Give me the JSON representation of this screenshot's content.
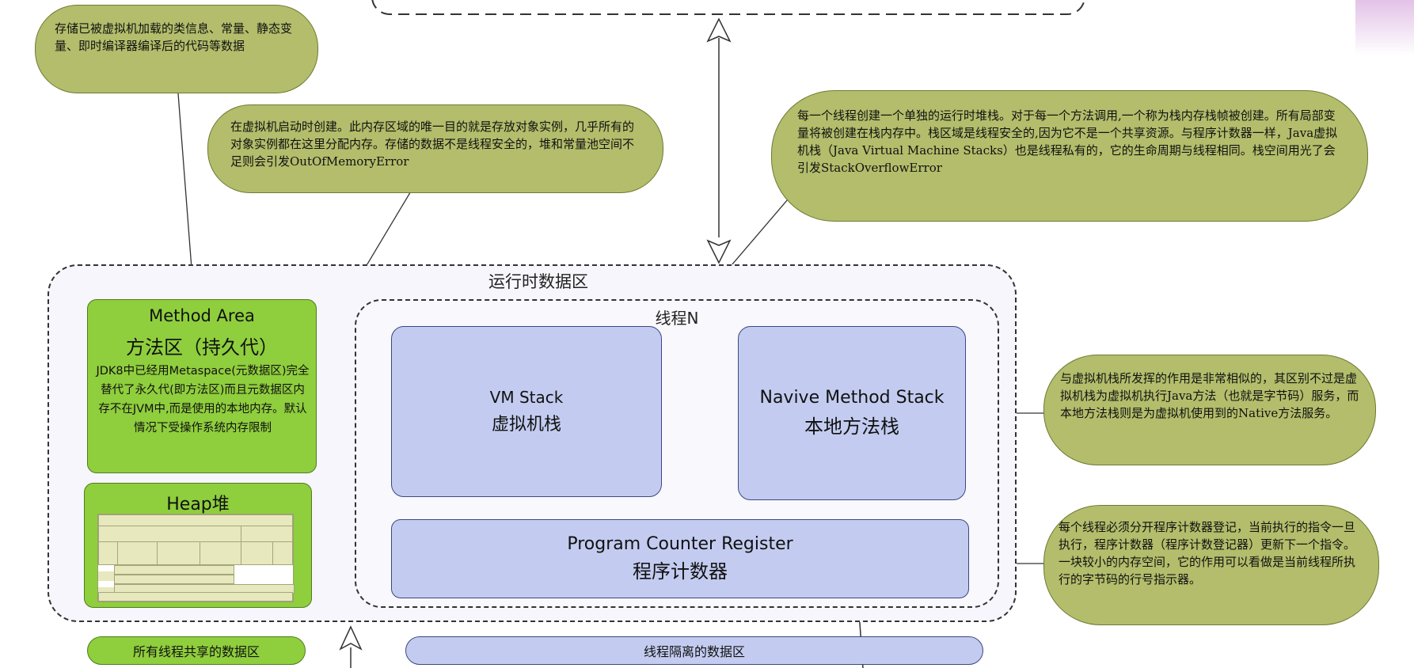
{
  "diagram": {
    "runtime_area_title": "运行时数据区",
    "thread_area_title": "线程N",
    "method_area": {
      "title_en": "Method Area",
      "title_zh": "方法区（持久代）",
      "description": "JDK8中已经用Metaspace(元数据区)完全替代了永久代(即方法区)而且元数据区内存不在JVM中,而是使用的本地内存。默认情况下受操作系统内存限制"
    },
    "heap": {
      "title": "Heap堆"
    },
    "vm_stack": {
      "title_en": "VM Stack",
      "title_zh": "虚拟机栈"
    },
    "native_stack": {
      "title_en": "Navive Method Stack",
      "title_zh": "本地方法栈"
    },
    "pc_register": {
      "title_en": "Program Counter Register",
      "title_zh": "程序计数器"
    },
    "legend": {
      "shared": "所有线程共享的数据区",
      "isolated": "线程隔离的数据区"
    },
    "notes": {
      "method_area": "存储已被虚拟机加载的类信息、常量、静态变量、即时编译器编译后的代码等数据",
      "heap": "在虚拟机启动时创建。此内存区域的唯一目的就是存放对象实例，几乎所有的对象实例都在这里分配内存。存储的数据不是线程安全的，堆和常量池空间不足则会引发OutOfMemoryError",
      "vm_stack": "每一个线程创建一个单独的运行时堆栈。对于每一个方法调用,一个称为栈内存栈帧被创建。所有局部变量将被创建在栈内存中。栈区域是线程安全的,因为它不是一个共享资源。与程序计数器一样，Java虚拟机栈（Java Virtual Machine Stacks）也是线程私有的，它的生命周期与线程相同。栈空间用光了会引发StackOverflowError",
      "native_stack": "与虚拟机栈所发挥的作用是非常相似的，其区别不过是虚拟机栈为虚拟机执行Java方法（也就是字节码）服务，而本地方法栈则是为虚拟机使用到的Native方法服务。",
      "pc_register": "每个线程必须分开程序计数器登记，当前执行的指令一旦执行，程序计数器（程序计数登记器）更新下一个指令。一块较小的内存空间，它的作用可以看做是当前线程所执行的字节码的行号指示器。"
    }
  }
}
